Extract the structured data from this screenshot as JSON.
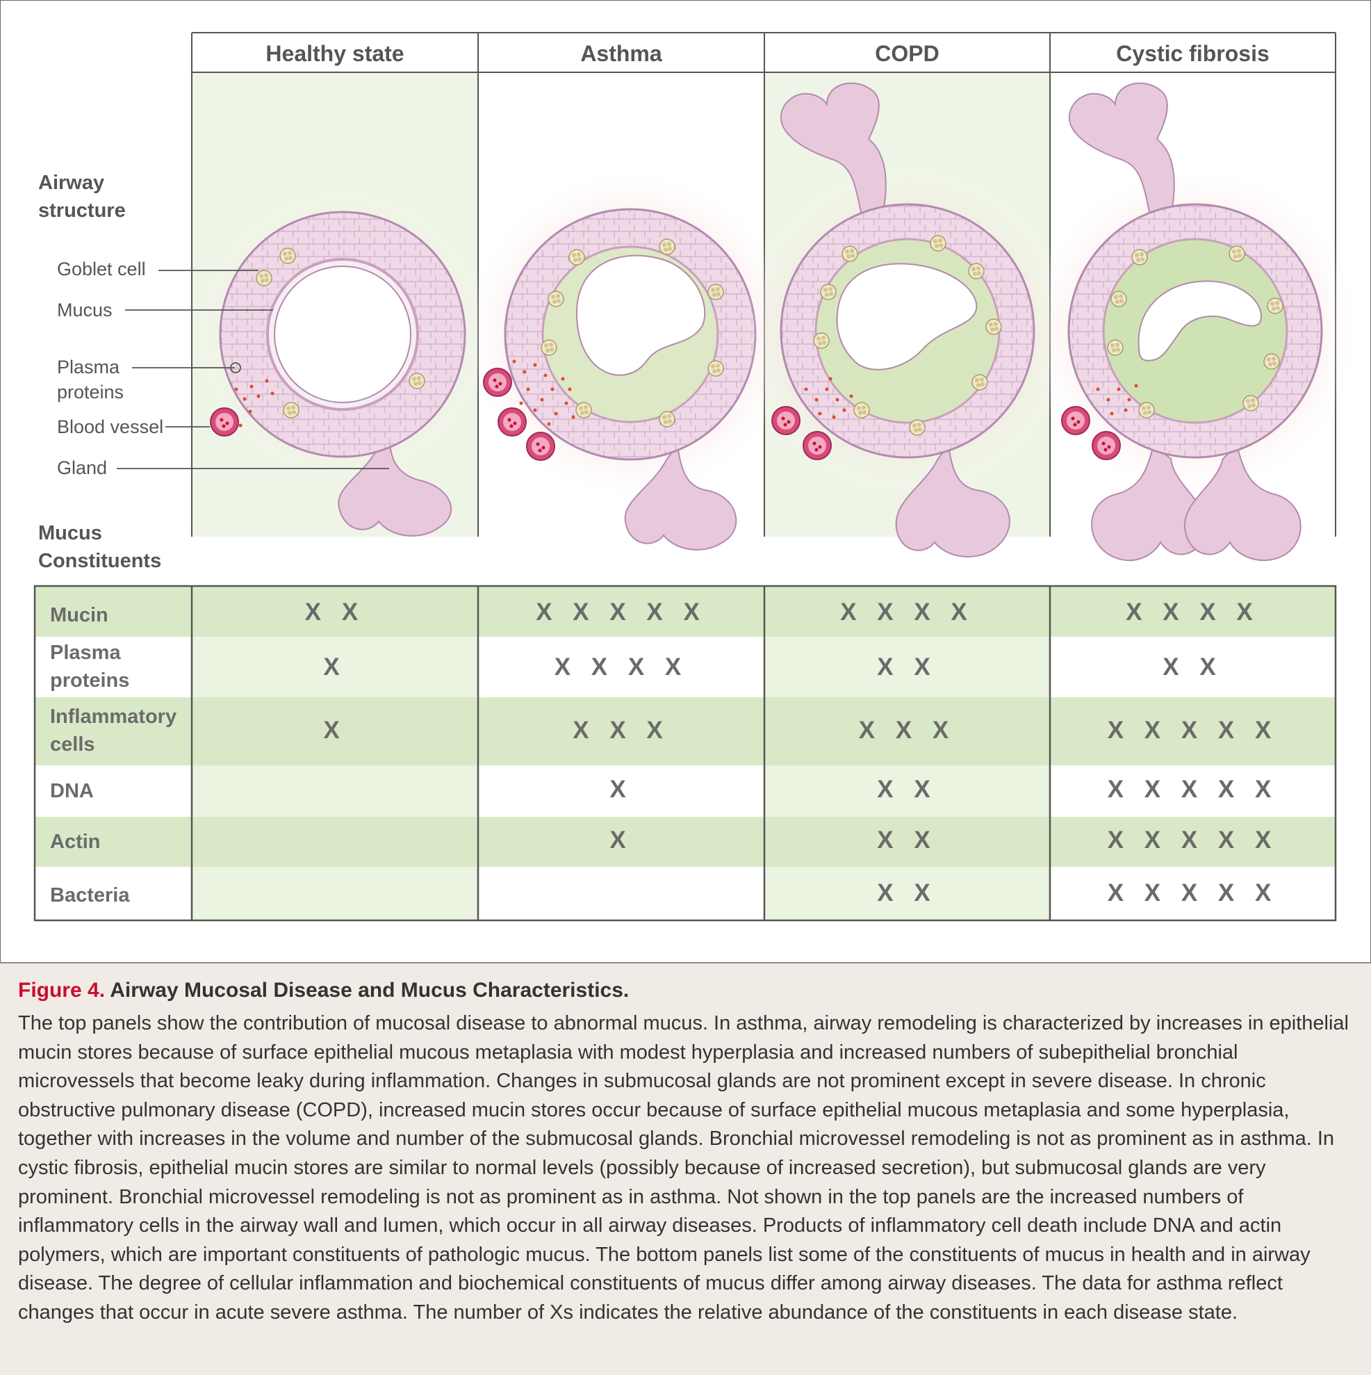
{
  "columns": [
    "Healthy state",
    "Asthma",
    "COPD",
    "Cystic fibrosis"
  ],
  "labels": {
    "airway_structure": [
      "Airway",
      "structure"
    ],
    "mucus_constituents": [
      "Mucus",
      "Constituents"
    ]
  },
  "annotations": {
    "goblet_cell": "Goblet cell",
    "mucus": "Mucus",
    "plasma_proteins": [
      "Plasma",
      "proteins"
    ],
    "blood_vessel": "Blood vessel",
    "gland": "Gland"
  },
  "table": {
    "rows": [
      {
        "label": [
          "Mucin"
        ],
        "values": [
          "X X",
          "X X X X X",
          "X X X X",
          "X X X X"
        ]
      },
      {
        "label": [
          "Plasma",
          "proteins"
        ],
        "values": [
          "X",
          "X X X X",
          "X X",
          "X X"
        ]
      },
      {
        "label": [
          "Inflammatory",
          "cells"
        ],
        "values": [
          "X",
          "X X X",
          "X X X",
          "X X X X X"
        ]
      },
      {
        "label": [
          "DNA"
        ],
        "values": [
          "",
          "X",
          "X X",
          "X X X X X"
        ]
      },
      {
        "label": [
          "Actin"
        ],
        "values": [
          "",
          "X",
          "X X",
          "X X X X X"
        ]
      },
      {
        "label": [
          "Bacteria"
        ],
        "values": [
          "",
          "",
          "X X",
          "X X X X X"
        ]
      }
    ]
  },
  "caption": {
    "figure_number": "Figure 4.",
    "title": "Airway Mucosal Disease and Mucus Characteristics.",
    "body": "The top panels show the contribution of mucosal disease to abnormal mucus. In asthma, airway remodeling is characterized by increases in epithelial mucin stores because of surface epithelial mucous metaplasia with modest hyperplasia and increased numbers of subepithelial bronchial microvessels that become leaky during inflammation. Changes in submucosal glands are not prominent except in severe disease. In chronic obstructive pulmonary disease (COPD), increased mucin stores occur because of surface epithelial mucous metaplasia and some hyperplasia, together with increases in the volume and number of the submucosal glands. Bronchial microvessel remodeling is not as prominent as in asthma. In cystic fibrosis, epithelial mucin stores are similar to normal levels (possibly because of increased secretion), but submucosal glands are very prominent. Bronchial microvessel remodeling is not as prominent as in asthma. Not shown in the top panels are the increased numbers of inflammatory cells in the airway wall and lumen, which occur in all airway diseases. Products of inflammatory cell death include DNA and actin polymers, which are important constituents of pathologic mucus. The bottom panels list some of the constituents of mucus in health and in airway disease. The degree of cellular inflammation and biochemical constituents of mucus differ among airway diseases. The data for asthma reflect changes that occur in acute severe asthma. The number of Xs indicates the relative abundance of the constituents in each disease state."
  },
  "colors": {
    "panel_green": "#eaf2e0",
    "row_green": "#d9e9c8",
    "row_light": "#ebf3e1",
    "wall_pink": "#e8c9dc",
    "wall_outline": "#b38ab0",
    "mucus_green": "#d8e6bf",
    "vessel_red": "#d94a7a",
    "dot_red": "#e04a2a",
    "caption_bg": "#f1ebe6",
    "figure_red": "#c8102e"
  }
}
